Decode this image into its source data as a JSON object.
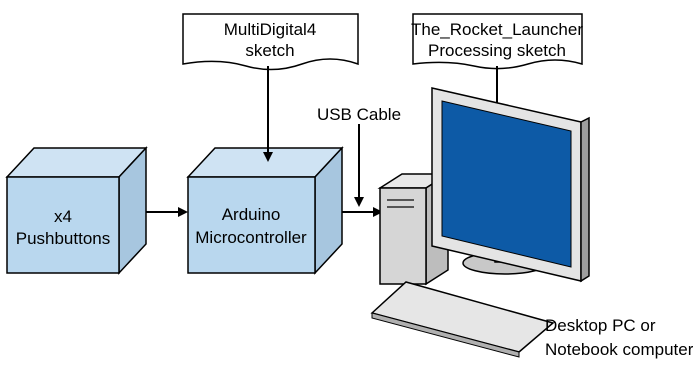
{
  "notes": {
    "multidigital": {
      "line1": "MultiDigital4",
      "line2": "sketch"
    },
    "rocket": {
      "line1": "The_Rocket_Launcher",
      "line2": "Processing sketch"
    }
  },
  "boxes": {
    "pushbuttons": {
      "line1": "x4",
      "line2": "Pushbuttons"
    },
    "arduino": {
      "line1": "Arduino",
      "line2": "Microcontroller"
    }
  },
  "usb_label": "USB Cable",
  "computer": {
    "line1": "Desktop PC or",
    "line2": "Notebook computer"
  },
  "colors": {
    "box_fill": "#b9d7ee",
    "box_side": "#a7c6df",
    "screen": "#0d5aa6",
    "stroke": "#000000"
  }
}
